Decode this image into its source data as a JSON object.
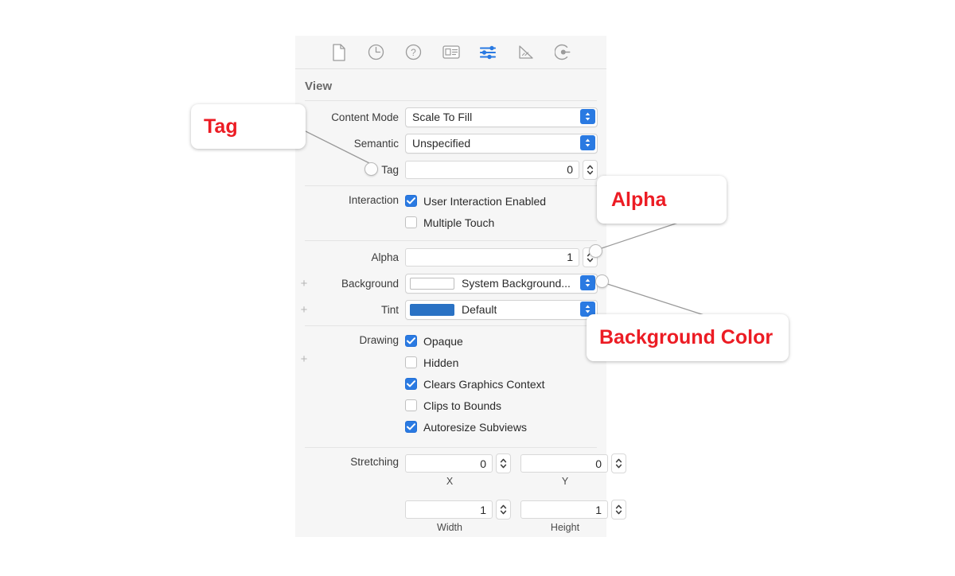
{
  "toolbar": {
    "icons": [
      {
        "name": "file-inspector-icon",
        "label": "File inspector",
        "active": false
      },
      {
        "name": "history-inspector-icon",
        "label": "History inspector",
        "active": false
      },
      {
        "name": "quick-help-inspector-icon",
        "label": "Quick Help inspector",
        "active": false
      },
      {
        "name": "identity-inspector-icon",
        "label": "Identity inspector",
        "active": false
      },
      {
        "name": "attributes-inspector-icon",
        "label": "Attributes inspector",
        "active": true
      },
      {
        "name": "size-inspector-icon",
        "label": "Size inspector",
        "active": false
      },
      {
        "name": "connections-inspector-icon",
        "label": "Connections inspector",
        "active": false
      }
    ]
  },
  "panel": {
    "section_title": "View",
    "rows": {
      "content_mode": {
        "label": "Content Mode",
        "value": "Scale To Fill"
      },
      "semantic": {
        "label": "Semantic",
        "value": "Unspecified"
      },
      "tag": {
        "label": "Tag",
        "value": "0"
      },
      "interaction": {
        "label": "Interaction",
        "options": [
          {
            "label": "User Interaction Enabled",
            "checked": true
          },
          {
            "label": "Multiple Touch",
            "checked": false
          }
        ]
      },
      "alpha": {
        "label": "Alpha",
        "value": "1"
      },
      "background": {
        "label": "Background",
        "value": "System Background...",
        "swatch_color": "#ffffff",
        "add_label": "+"
      },
      "tint": {
        "label": "Tint",
        "value": "Default",
        "swatch_color": "#2a72c4",
        "add_label": "+"
      },
      "drawing": {
        "label": "Drawing",
        "add_label": "+",
        "options": [
          {
            "label": "Opaque",
            "checked": true
          },
          {
            "label": "Hidden",
            "checked": false
          },
          {
            "label": "Clears Graphics Context",
            "checked": true
          },
          {
            "label": "Clips to Bounds",
            "checked": false
          },
          {
            "label": "Autoresize Subviews",
            "checked": true
          }
        ]
      },
      "stretching": {
        "label": "Stretching",
        "fields": [
          {
            "caption": "X",
            "value": "0"
          },
          {
            "caption": "Y",
            "value": "0"
          },
          {
            "caption": "Width",
            "value": "1"
          },
          {
            "caption": "Height",
            "value": "1"
          }
        ]
      }
    }
  },
  "annotations": {
    "color": "#ec1c24",
    "items": [
      {
        "name": "tag",
        "text": "Tag"
      },
      {
        "name": "alpha",
        "text": "Alpha"
      },
      {
        "name": "background-color",
        "text": "Background Color"
      }
    ]
  }
}
